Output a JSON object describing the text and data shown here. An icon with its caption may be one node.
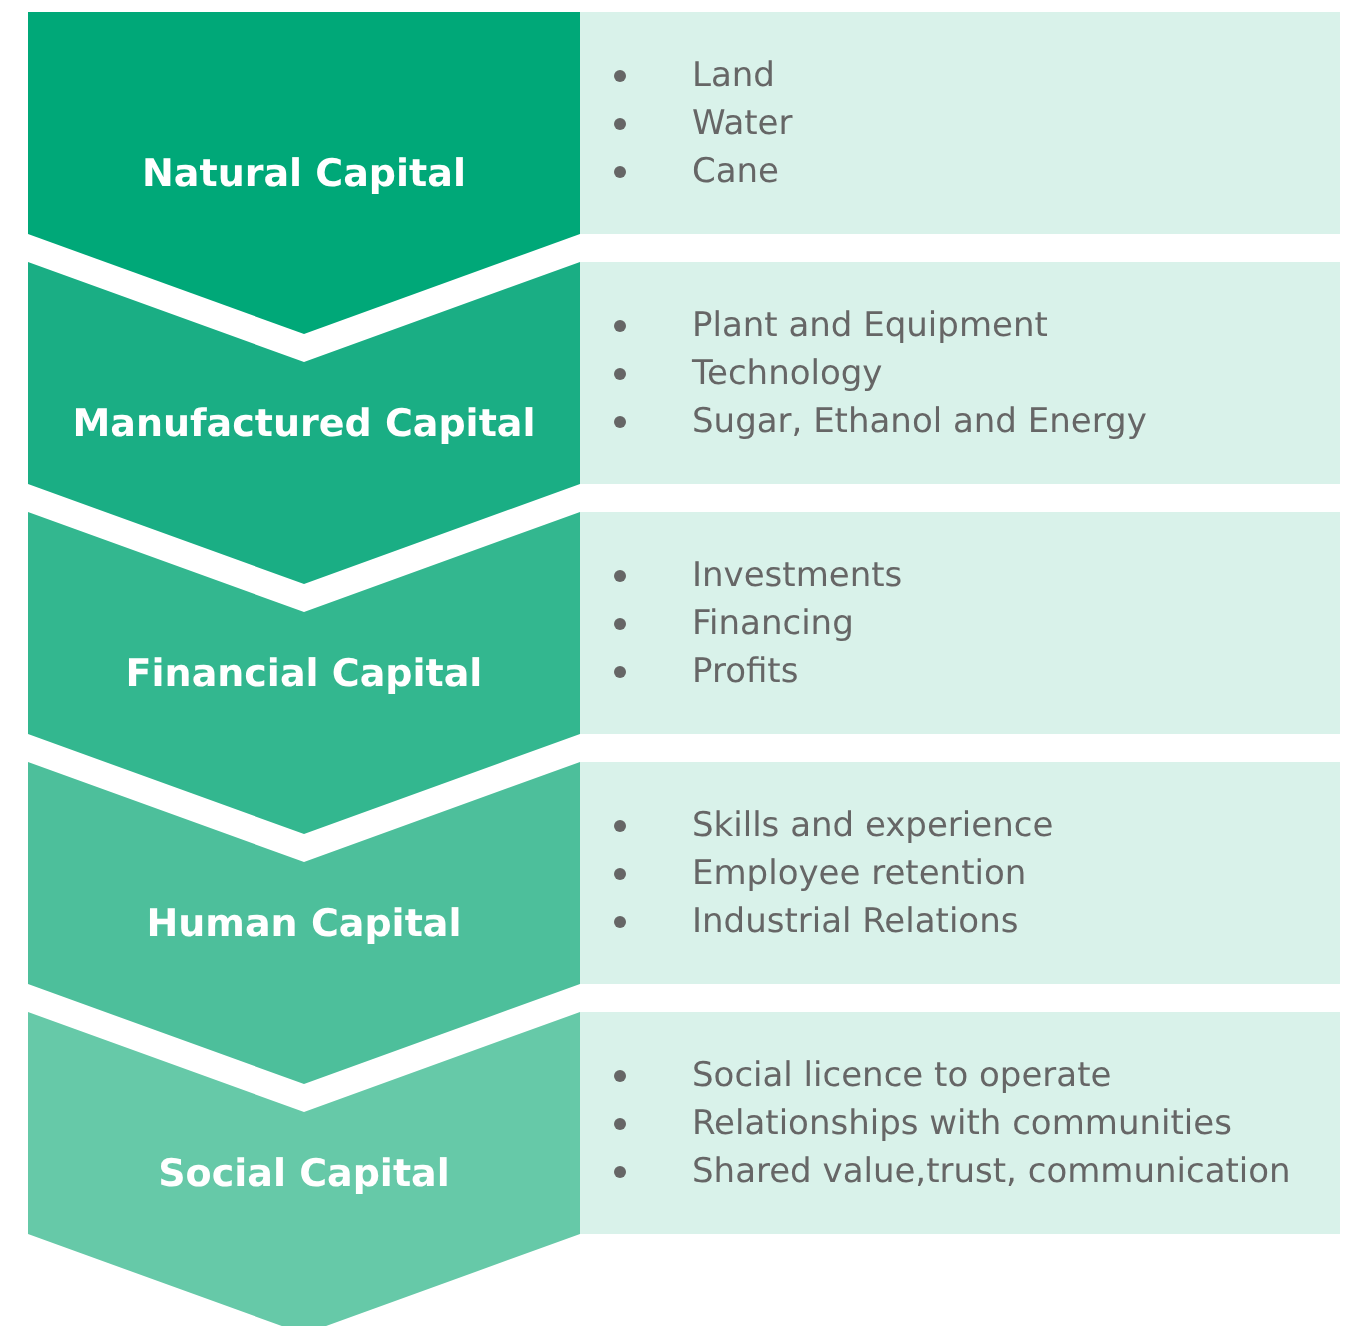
{
  "diagram": {
    "nodes": [
      {
        "text": [
          "Natural Capital"
        ]
      },
      {
        "text": [
          "Land",
          "Water",
          "Cane"
        ]
      },
      {
        "text": [
          "Manufactured Capital"
        ]
      },
      {
        "text": [
          "Plant and Equipment",
          "Technology",
          "Sugar, Ethanol and Energy"
        ]
      },
      {
        "text": [
          "Financial Capital"
        ]
      },
      {
        "text": [
          "Investments",
          "Financing",
          "Profits"
        ]
      },
      {
        "text": [
          "Human Capital"
        ]
      },
      {
        "text": [
          "Skills and experience",
          "Employee retention",
          "Industrial Relations"
        ]
      },
      {
        "text": [
          "Social Capital"
        ]
      },
      {
        "text": [
          "Social licence to operate",
          "Relationships with communities",
          "Shared value,trust, communication"
        ]
      }
    ]
  }
}
